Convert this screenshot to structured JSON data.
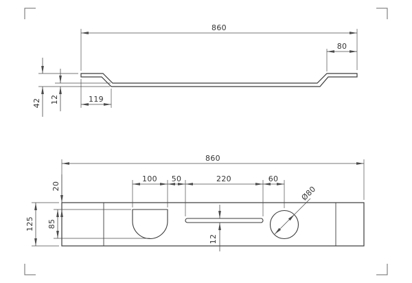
{
  "side_view": {
    "overall_length": "860",
    "right_flange_length": "80",
    "left_segment_length": "119",
    "profile_height": "42",
    "plate_thickness": "12"
  },
  "plan_view": {
    "overall_length": "860",
    "edge_to_dslot_top": "20",
    "dslot_width": "100",
    "dslot_to_slot_gap": "50",
    "slot_length": "220",
    "slot_to_hole_center": "60",
    "dslot_depth": "85",
    "plate_width": "125",
    "slot_width": "12",
    "hole_diameter": "Ø80"
  },
  "colors": {
    "line": "#3a3a3a",
    "dimension": "#4a4a4a",
    "background": "#ffffff"
  }
}
